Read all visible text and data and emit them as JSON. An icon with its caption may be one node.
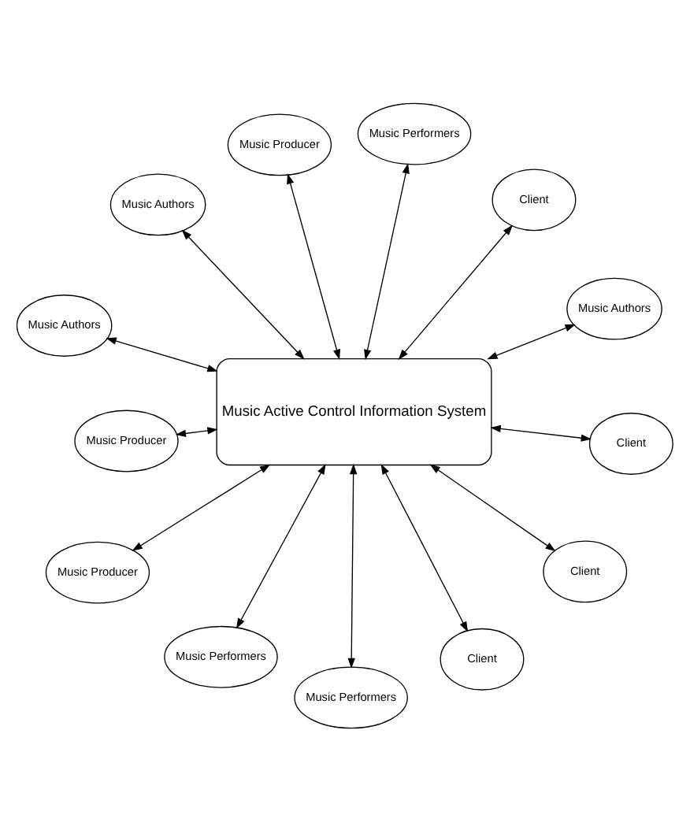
{
  "diagram": {
    "nodes": [
      {
        "text": [
          "Music Performers"
        ]
      },
      {
        "text": [
          "Music Performers"
        ]
      },
      {
        "text": [
          "Music Producer"
        ]
      },
      {
        "text": [
          "Music Producer"
        ]
      },
      {
        "text": [
          "Music Producer"
        ]
      },
      {
        "text": [
          "Music Performers"
        ]
      },
      {
        "text": [
          "Music Authors"
        ]
      },
      {
        "text": [
          "Music Authors"
        ]
      },
      {
        "text": [
          "Music Authors"
        ]
      },
      {
        "text": [
          "Music Active Control Information System"
        ]
      },
      {
        "text": [
          "Client"
        ]
      },
      {
        "text": [
          "Client"
        ]
      },
      {
        "text": [
          "Client"
        ]
      },
      {
        "text": [
          "Client"
        ]
      }
    ],
    "edges": [
      {
        "from": 9,
        "to": 3,
        "arrow": "both"
      },
      {
        "from": 9,
        "to": 2,
        "arrow": "both"
      },
      {
        "from": 9,
        "to": 4,
        "arrow": "both"
      },
      {
        "from": 9,
        "to": 0,
        "arrow": "both"
      },
      {
        "from": 9,
        "to": 5,
        "arrow": "both"
      },
      {
        "from": 9,
        "to": 1,
        "arrow": "both"
      },
      {
        "from": 9,
        "to": 6,
        "arrow": "both"
      },
      {
        "from": 9,
        "to": 7,
        "arrow": "both"
      },
      {
        "from": 9,
        "to": 8,
        "arrow": "both"
      },
      {
        "from": 9,
        "to": 11,
        "arrow": "both"
      },
      {
        "from": 9,
        "to": 10,
        "arrow": "both"
      },
      {
        "from": 9,
        "to": 13,
        "arrow": "both"
      },
      {
        "from": 9,
        "to": 12,
        "arrow": "both"
      }
    ]
  }
}
